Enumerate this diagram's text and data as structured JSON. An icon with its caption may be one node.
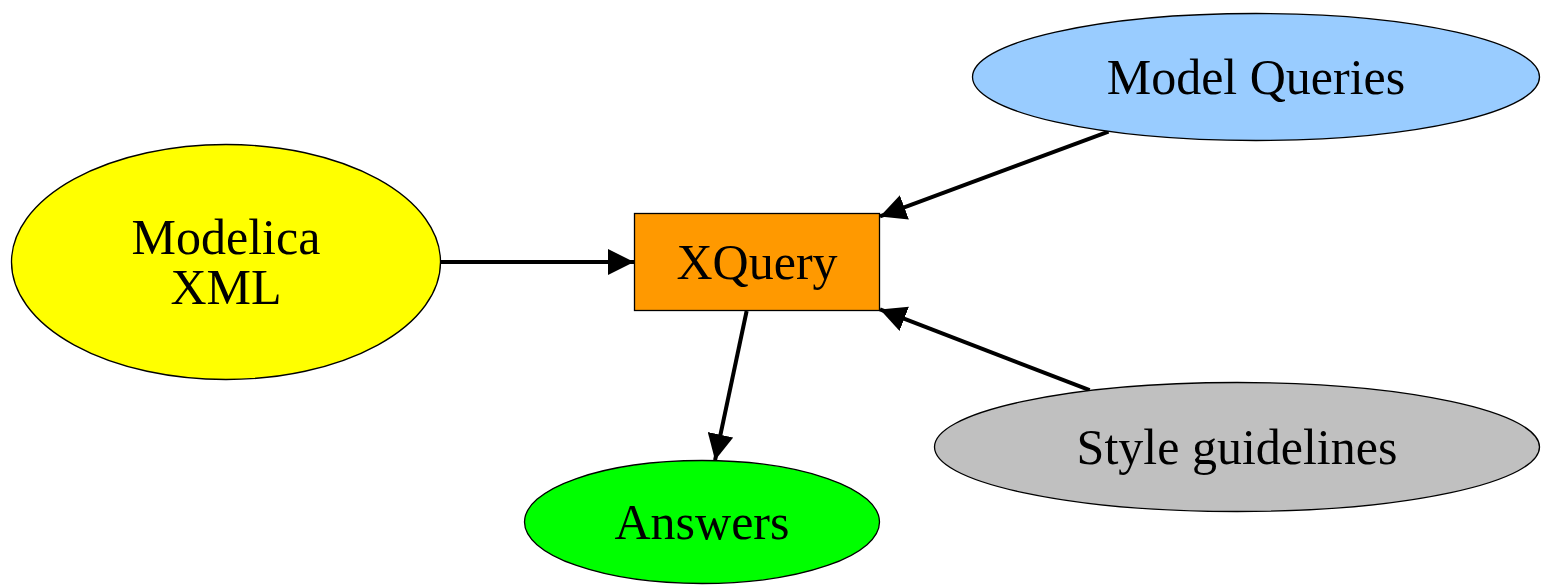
{
  "diagram": {
    "nodes": [
      {
        "text": [
          "Modelica XML"
        ]
      },
      {
        "text": [
          "XQuery"
        ]
      },
      {
        "text": [
          "Model Queries"
        ]
      },
      {
        "text": [
          "Style guidelines"
        ]
      },
      {
        "text": [
          "Answers"
        ]
      }
    ],
    "edges": [
      {
        "from": 0,
        "to": 1,
        "arrow": "to"
      },
      {
        "from": 2,
        "to": 1,
        "arrow": "to"
      },
      {
        "from": 3,
        "to": 1,
        "arrow": "to"
      },
      {
        "from": 1,
        "to": 4,
        "arrow": "to"
      }
    ]
  }
}
